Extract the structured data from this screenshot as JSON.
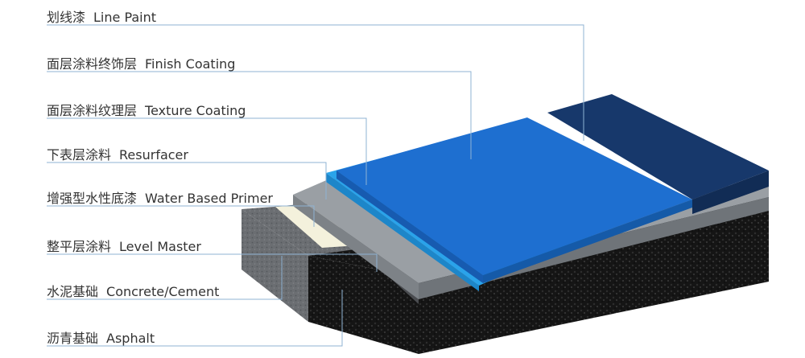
{
  "layers": [
    {
      "id": "line-paint",
      "zh": "划线漆",
      "en": "Line Paint"
    },
    {
      "id": "finish-coating",
      "zh": "面层涂料终饰层",
      "en": "Finish Coating"
    },
    {
      "id": "texture-coating",
      "zh": "面层涂料纹理层",
      "en": "Texture Coating"
    },
    {
      "id": "resurfacer",
      "zh": "下表层涂料",
      "en": "Resurfacer"
    },
    {
      "id": "water-primer",
      "zh": "增强型水性底漆",
      "en": "Water Based Primer"
    },
    {
      "id": "level-master",
      "zh": "整平层涂料",
      "en": "Level Master"
    },
    {
      "id": "concrete",
      "zh": "水泥基础",
      "en": "Concrete/Cement"
    },
    {
      "id": "asphalt",
      "zh": "沥青基础",
      "en": "Asphalt"
    }
  ],
  "colors": {
    "line_paint": "#17386b",
    "finish": "#1e6fd0",
    "texture": "#1f9be6",
    "resurfacer": "#8f9499",
    "primer": "#f4f1dc",
    "level": "#5a5c60",
    "concrete": "#6b6e72",
    "asphalt": "#141414",
    "leader": "#8fb3d3",
    "label_text": "#333333"
  }
}
